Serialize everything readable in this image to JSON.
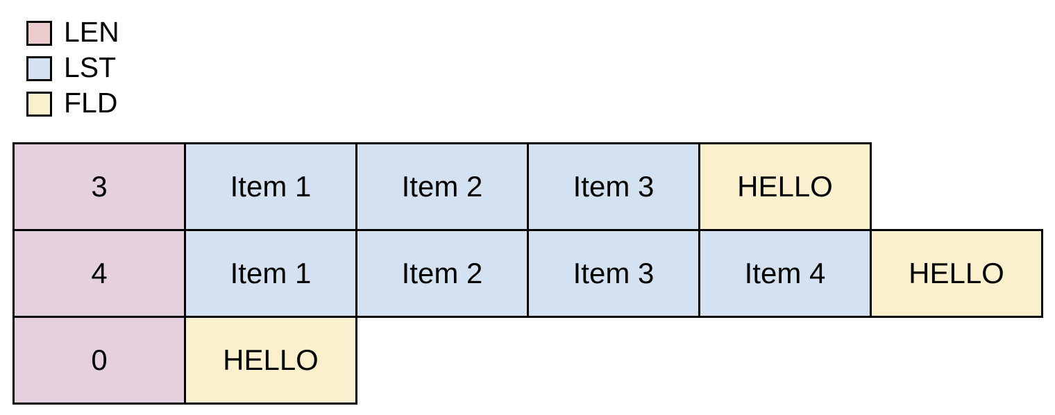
{
  "legend": {
    "items": [
      {
        "id": "len",
        "label": "LEN",
        "swatch_color": "#eccccf"
      },
      {
        "id": "lst",
        "label": "LST",
        "swatch_color": "#d4e1f0"
      },
      {
        "id": "fld",
        "label": "FLD",
        "swatch_color": "#faf0cd"
      }
    ]
  },
  "diagram": {
    "border_color": "#000000",
    "cell_colors": {
      "len": "#e5d1dd",
      "lst": "#d4e1f0",
      "fld": "#faf0cd"
    },
    "rows": [
      {
        "cells": [
          {
            "text": "3",
            "type": "len"
          },
          {
            "text": "Item 1",
            "type": "lst"
          },
          {
            "text": "Item 2",
            "type": "lst"
          },
          {
            "text": "Item 3",
            "type": "lst"
          },
          {
            "text": "HELLO",
            "type": "fld"
          }
        ]
      },
      {
        "cells": [
          {
            "text": "4",
            "type": "len"
          },
          {
            "text": "Item 1",
            "type": "lst"
          },
          {
            "text": "Item 2",
            "type": "lst"
          },
          {
            "text": "Item 3",
            "type": "lst"
          },
          {
            "text": "Item 4",
            "type": "lst"
          },
          {
            "text": "HELLO",
            "type": "fld"
          }
        ]
      },
      {
        "cells": [
          {
            "text": "0",
            "type": "len"
          },
          {
            "text": "HELLO",
            "type": "fld"
          }
        ]
      }
    ]
  }
}
